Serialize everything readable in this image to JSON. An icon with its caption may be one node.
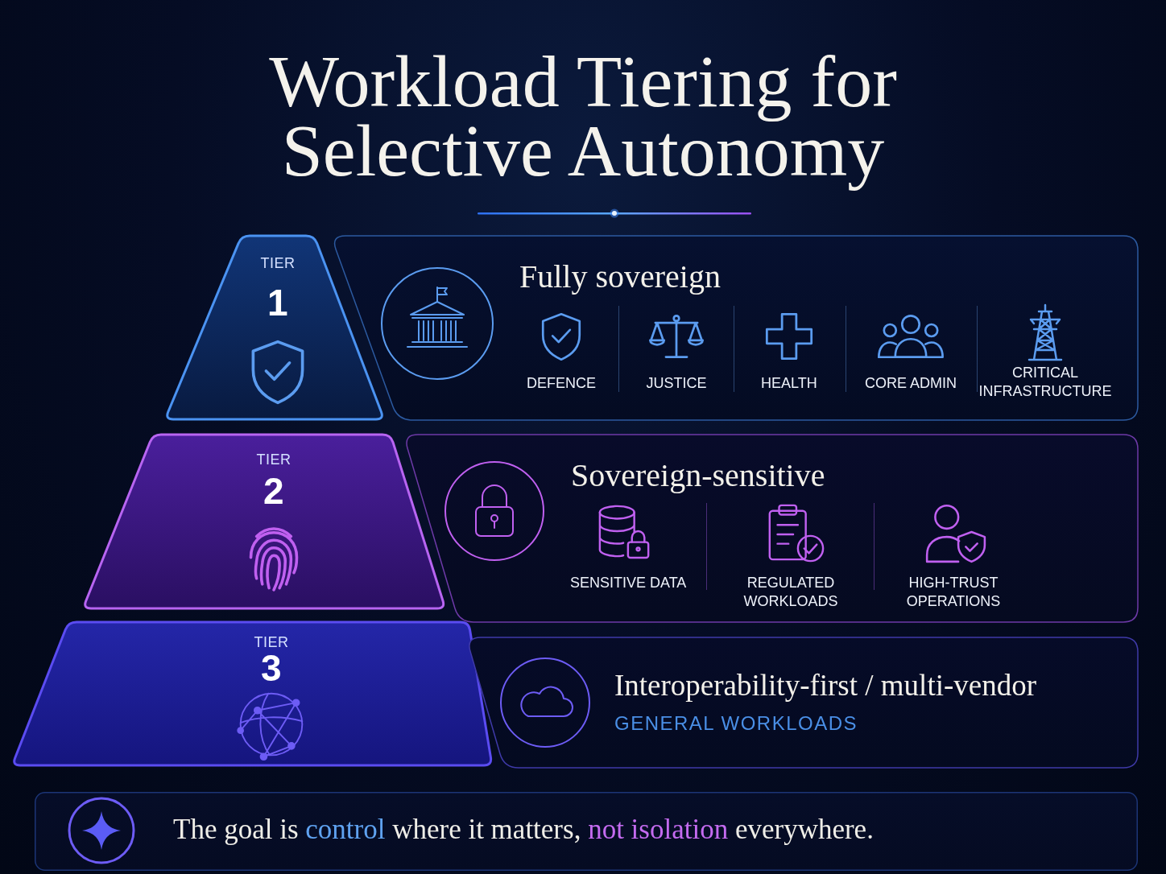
{
  "diagram": {
    "title": "Workload Tiering for Selective Autonomy",
    "nodes": [
      {
        "text": [
          "TIER",
          "1"
        ]
      },
      {
        "text": [
          "Fully sovereign",
          "DEFENCE",
          "JUSTICE",
          "HEALTH",
          "CORE ADMIN",
          "CRITICAL INFRASTRUCTURE"
        ]
      },
      {
        "text": [
          "TIER",
          "2"
        ]
      },
      {
        "text": [
          "Sovereign-sensitive",
          "SENSITIVE DATA",
          "REGULATED WORKLOADS",
          "HIGH-TRUST OPERATIONS"
        ]
      },
      {
        "text": [
          "TIER",
          "3"
        ]
      },
      {
        "text": [
          "Interoperability-first / multi-vendor",
          "GENERAL WORKLOADS"
        ]
      },
      {
        "text": [
          "The goal is **control** where it matters, **not isolation** everywhere."
        ]
      }
    ]
  }
}
